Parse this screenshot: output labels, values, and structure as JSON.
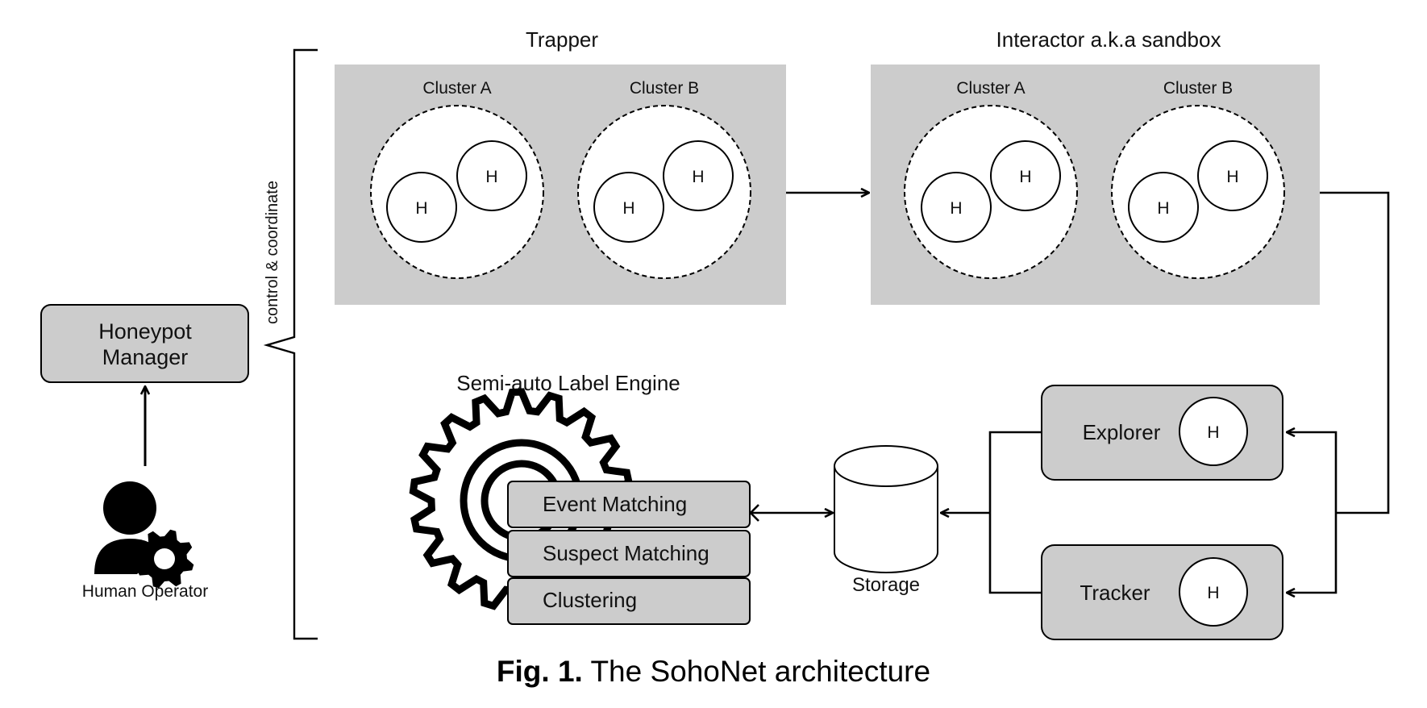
{
  "diagram": {
    "trapper": {
      "title": "Trapper",
      "cluster_a": "Cluster A",
      "cluster_b": "Cluster B",
      "node_label": "H"
    },
    "interactor": {
      "title": "Interactor a.k.a sandbox",
      "cluster_a": "Cluster A",
      "cluster_b": "Cluster B",
      "node_label": "H"
    },
    "side_label": "control & coordinate",
    "manager": {
      "line1": "Honeypot",
      "line2": "Manager"
    },
    "operator_label": "Human Operator",
    "engine": {
      "title": "Semi-auto Label Engine",
      "modules": [
        "Event Matching",
        "Suspect Matching",
        "Clustering"
      ]
    },
    "storage_label": "Storage",
    "explorer": {
      "label": "Explorer",
      "node_label": "H"
    },
    "tracker": {
      "label": "Tracker",
      "node_label": "H"
    }
  },
  "caption": {
    "prefix": "Fig. 1.",
    "text": " The SohoNet architecture"
  }
}
